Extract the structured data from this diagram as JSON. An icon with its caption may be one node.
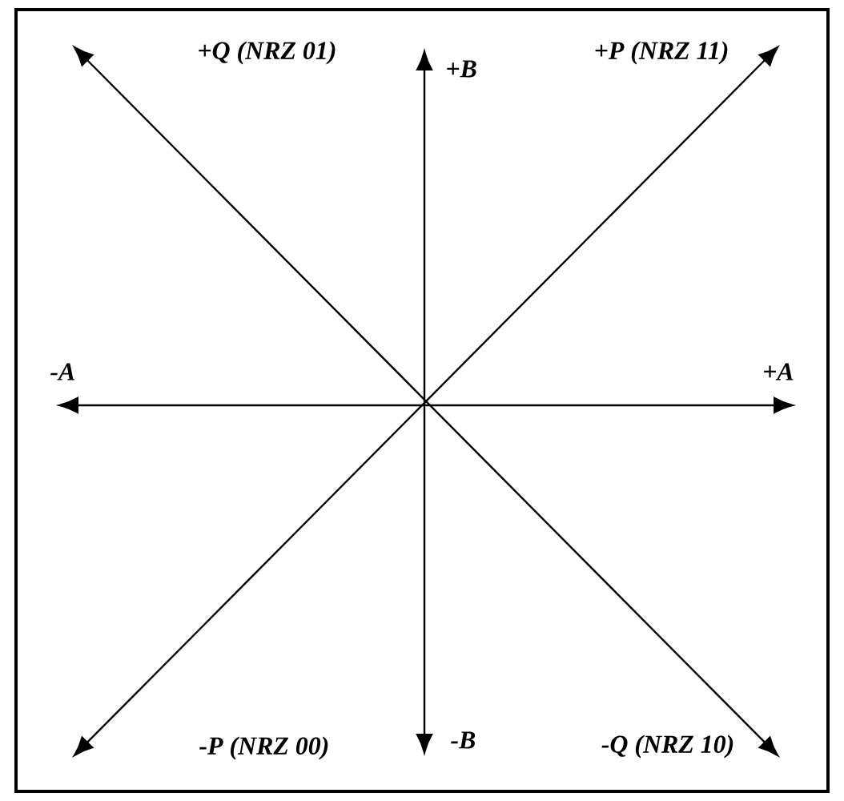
{
  "diagram": {
    "labels": [
      "+Q (NRZ 01)",
      "+B",
      "+P (NRZ 11)",
      "-A",
      "+A",
      "-P (NRZ 00)",
      "-B",
      "-Q (NRZ 10)"
    ]
  }
}
